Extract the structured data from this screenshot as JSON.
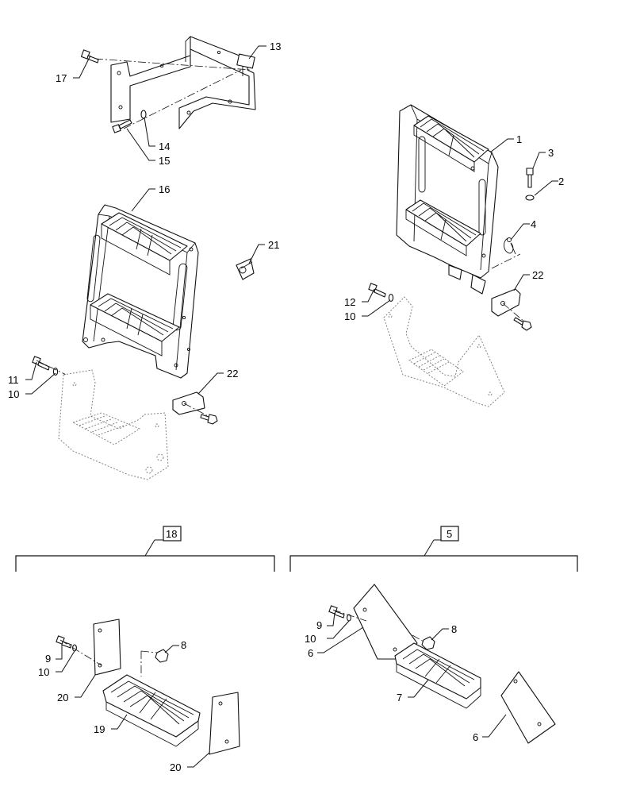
{
  "callouts": {
    "c1": "1",
    "c2": "2",
    "c3": "3",
    "c4": "4",
    "c5": "5",
    "c6a": "6",
    "c6b": "6",
    "c7": "7",
    "c8a": "8",
    "c8b": "8",
    "c9a": "9",
    "c9b": "9",
    "c10a": "10",
    "c10b": "10",
    "c10c": "10",
    "c10d": "10",
    "c11": "11",
    "c12": "12",
    "c13": "13",
    "c14": "14",
    "c15": "15",
    "c16": "16",
    "c17": "17",
    "c18": "18",
    "c19": "19",
    "c20a": "20",
    "c20b": "20",
    "c21": "21",
    "c22a": "22",
    "c22b": "22"
  }
}
